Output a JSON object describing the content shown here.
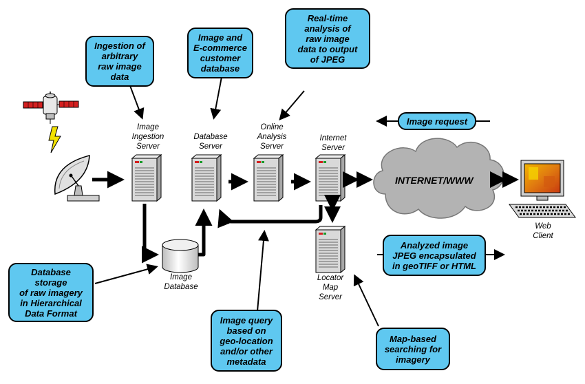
{
  "callouts": {
    "ingestion": "Ingestion of\narbitrary\nraw image\ndata",
    "ecommerce": "Image and\nE-commerce\ncustomer\ndatabase",
    "realtime": "Real-time\nanalysis of\nraw image\ndata to output\nof JPEG",
    "image_request": "Image request",
    "analyzed": "Analyzed image\nJPEG encapsulated\nin geoTIFF or HTML",
    "db_storage": "Database\nstorage\nof raw imagery\nin Hierarchical\nData Format",
    "image_query": "Image query\nbased on\ngeo-location\nand/or other\nmetadata",
    "map_search": "Map-based\nsearching for\nimagery"
  },
  "labels": {
    "ingestion_server": "Image\nIngestion\nServer",
    "database_server": "Database\nServer",
    "online_analysis_server": "Online\nAnalysis\nServer",
    "internet_server": "Internet\nServer",
    "image_database": "Image\nDatabase",
    "locator_map_server": "Locator\nMap\nServer",
    "web_client": "Web\nClient",
    "internet": "INTERNET/WWW"
  },
  "colors": {
    "callout_fill": "#5fc8f0",
    "arrow": "#000000",
    "satellite_panel": "#d42020",
    "server_body": "#d9d9d9",
    "cloud": "#b3b3b3"
  }
}
